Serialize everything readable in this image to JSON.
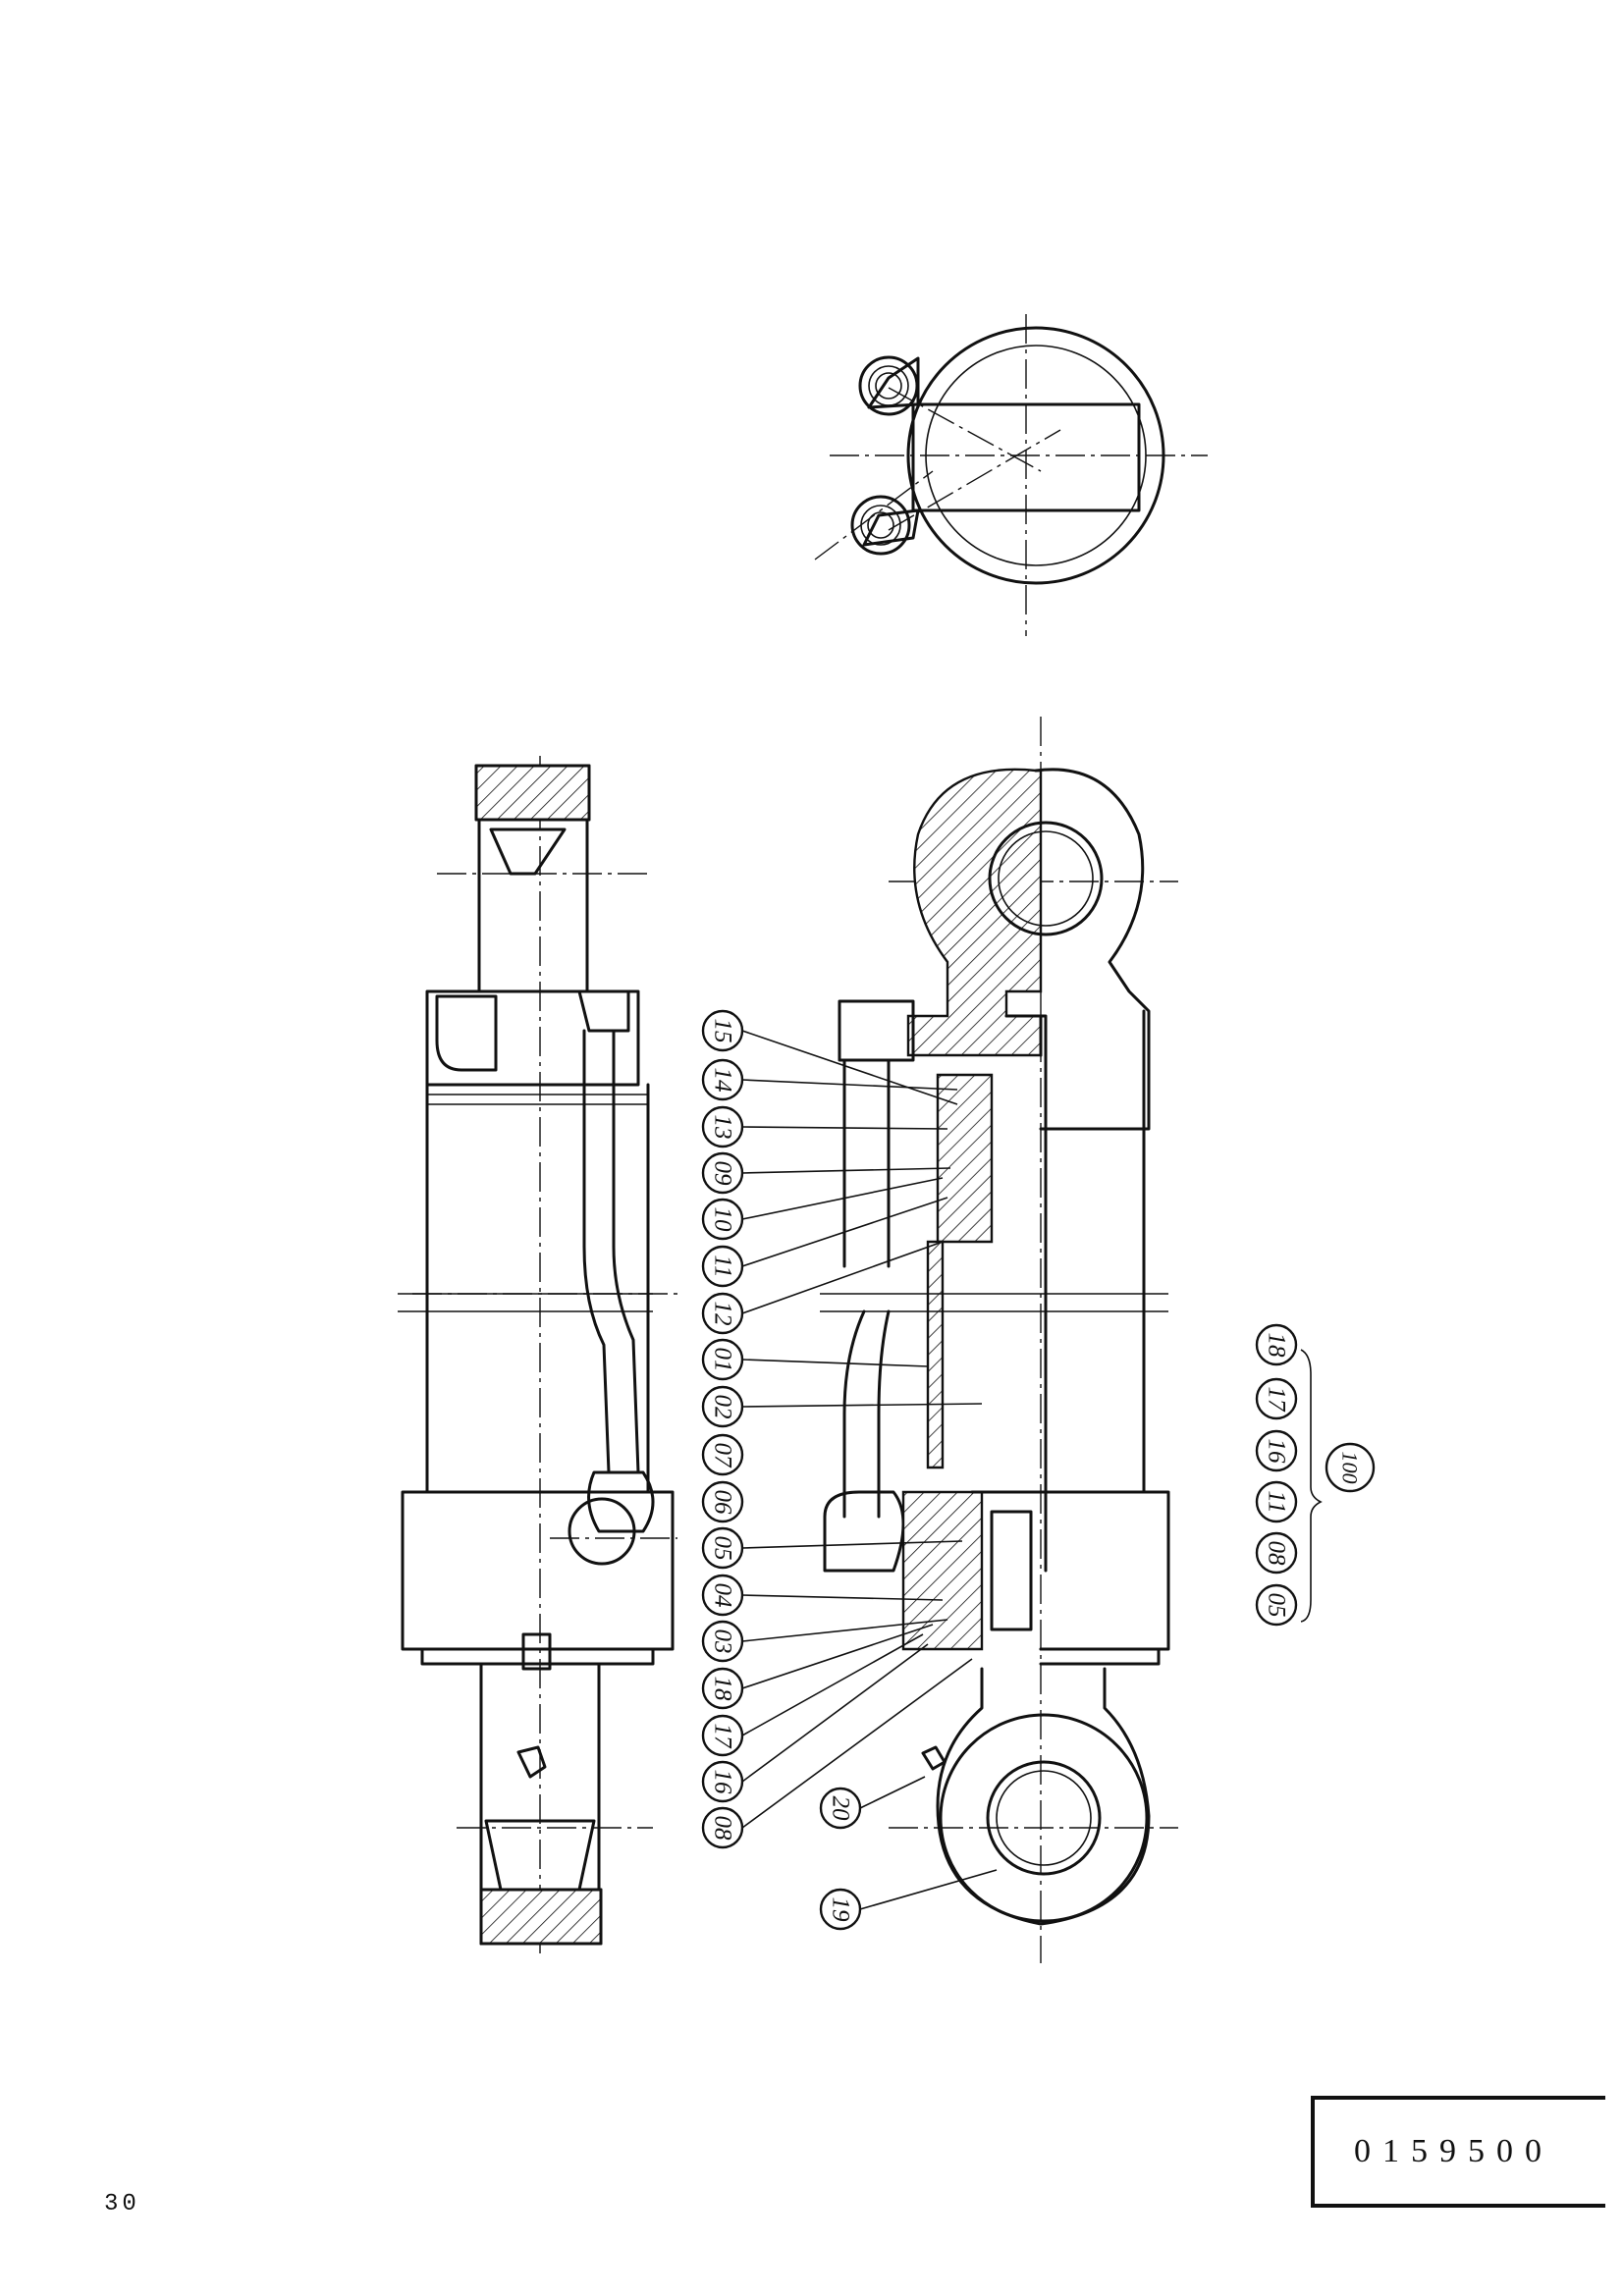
{
  "page": {
    "page_number": "30",
    "drawing_number": "0159500"
  },
  "callouts": {
    "c15": "15",
    "c14": "14",
    "c13": "13",
    "c09": "09",
    "c10": "10",
    "c11": "11",
    "c12": "12",
    "c01": "01",
    "c02": "02",
    "c07": "07",
    "c06": "06",
    "c05": "05",
    "c04": "04",
    "c03": "03",
    "c18": "18",
    "c17": "17",
    "c16": "16",
    "c08": "08",
    "c20": "20",
    "c19": "19"
  },
  "seal_kit": {
    "items": [
      "05",
      "08",
      "11",
      "16",
      "17",
      "18"
    ],
    "kit_number": "100"
  }
}
